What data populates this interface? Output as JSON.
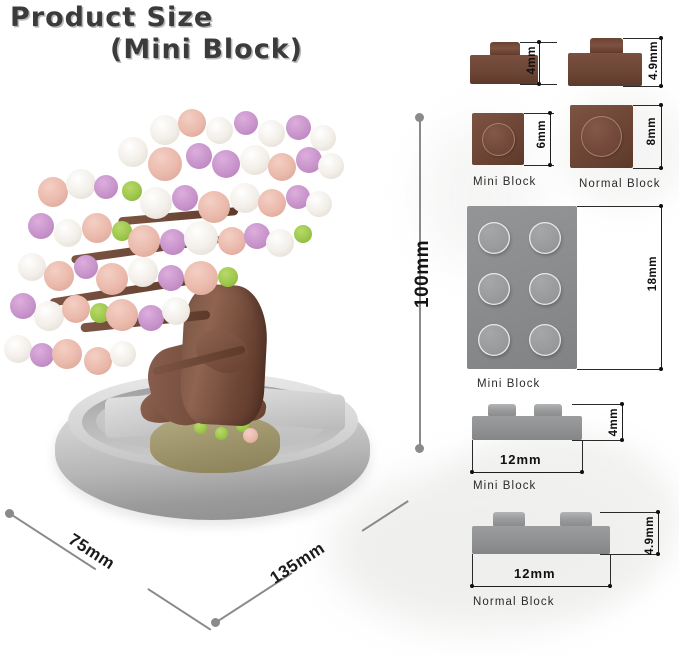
{
  "title": {
    "line1": "Product Size",
    "line2": "(Mini Block)"
  },
  "product": {
    "name": "cherry-blossom-bonsai-mini-block-model",
    "dimensions": {
      "height": "100mm",
      "depth": "75mm",
      "width": "135mm"
    }
  },
  "comparison": {
    "side_view_small": {
      "mini": {
        "value": "4mm"
      },
      "normal": {
        "value": "4.9mm"
      }
    },
    "top_view": {
      "mini": {
        "value": "6mm",
        "label": "Mini Block"
      },
      "normal": {
        "value": "8mm",
        "label": "Normal Block"
      }
    },
    "plate": {
      "value": "18mm",
      "label": "Mini Block"
    },
    "bar_mini": {
      "width": "12mm",
      "height": "4mm",
      "label": "Mini Block"
    },
    "bar_normal": {
      "width": "12mm",
      "height": "4.9mm",
      "label": "Normal Block"
    }
  },
  "colors": {
    "brown_block": "#6d4636",
    "gray_block": "#8f9091",
    "dimension_line": "#8a8a8a",
    "text": "#1b1b1b",
    "title_text": "#3b3b3b",
    "title_shadow": "#b9b9b9",
    "background": "#ffffff"
  }
}
